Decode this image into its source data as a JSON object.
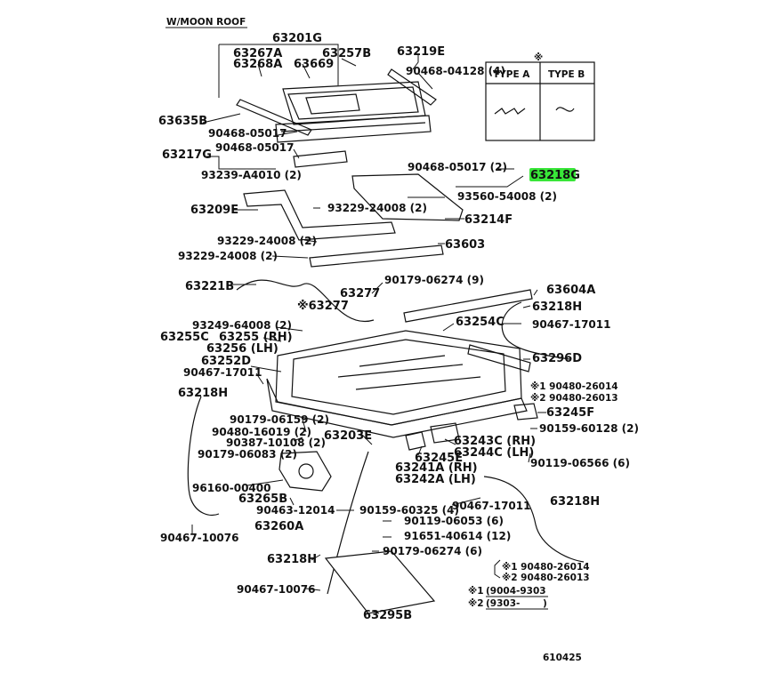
{
  "header": "W/MOON ROOF",
  "figure_code": "610425",
  "table": {
    "mark": "※",
    "col_a": "TYPE A",
    "col_b": "TYPE B"
  },
  "legend": {
    "row1_mark": "※1",
    "row1_range": "(9004-9303",
    "row2_mark": "※2",
    "row2_range": "(9303-",
    "row2_close": ")"
  },
  "labels": {
    "p63201G": "63201G",
    "p63267A": "63267A",
    "p63268A": "63268A",
    "p63669": "63669",
    "p63257B": "63257B",
    "p63219E": "63219E",
    "p90468_04128": "90468-04128 (4)",
    "p63635B": "63635B",
    "p90468_05017a": "90468-05017",
    "p90468_05017b": "90468-05017",
    "p63217G": "63217G",
    "p93239_A4010": "93239-A4010 (2)",
    "p90468_05017c": "90468-05017 (2)",
    "p63218G": "63218G",
    "p93560_54008": "93560-54008 (2)",
    "p63209E": "63209E",
    "p93229_24008a": "93229-24008 (2)",
    "p63214F": "63214F",
    "p93229_24008b": "93229-24008 (2)",
    "p63603": "63603",
    "p93229_24008c": "93229-24008 (2)",
    "p63221B": "63221B",
    "p90179_06274a": "90179-06274 (9)",
    "p63604A": "63604A",
    "p63277a": "63277",
    "p63277b": "※63277",
    "p63218H_a": "63218H",
    "p93249_64008": "93249-64008 (2)",
    "p63254C": "63254C",
    "p90467_17011a": "90467-17011",
    "p63255C": "63255C",
    "p63255RH": "63255 (RH)",
    "p63256LH": "63256 (LH)",
    "p63296D": "63296D",
    "p63252D": "63252D",
    "p90467_17011b": "90467-17011",
    "p90480_26014a": "※1 90480-26014",
    "p90480_26013a": "※2 90480-26013",
    "p63218H_b": "63218H",
    "p63245F": "63245F",
    "p90179_06159": "90179-06159 (2)",
    "p90159_60128": "90159-60128 (2)",
    "p90480_16019": "90480-16019 (2)",
    "p63243C": "63243C (RH)",
    "p63244C": "63244C (LH)",
    "p90387_10108": "90387-10108 (2)",
    "p63203E": "63203E",
    "p63245E": "63245E",
    "p90179_06083": "90179-06083 (2)",
    "p90119_06566": "90119-06566 (6)",
    "p63241A": "63241A (RH)",
    "p63242A": "63242A (LH)",
    "p96160_00400": "96160-00400",
    "p63265B": "63265B",
    "p90467_17011c": "90467-17011",
    "p63218H_c": "63218H",
    "p90463_12014": "90463-12014",
    "p90159_60325": "90159-60325 (4)",
    "p90119_06053": "90119-06053 (6)",
    "p90467_10076a": "90467-10076",
    "p63260A": "63260A",
    "p91651_40614": "91651-40614 (12)",
    "p63218H_d": "63218H",
    "p90179_06274b": "90179-06274 (6)",
    "p90480_26014b": "※1 90480-26014",
    "p90480_26013b": "※2 90480-26013",
    "p90467_10076b": "90467-10076",
    "p63295B": "63295B"
  },
  "colors": {
    "highlight": "#39e639",
    "ink": "#111111"
  }
}
